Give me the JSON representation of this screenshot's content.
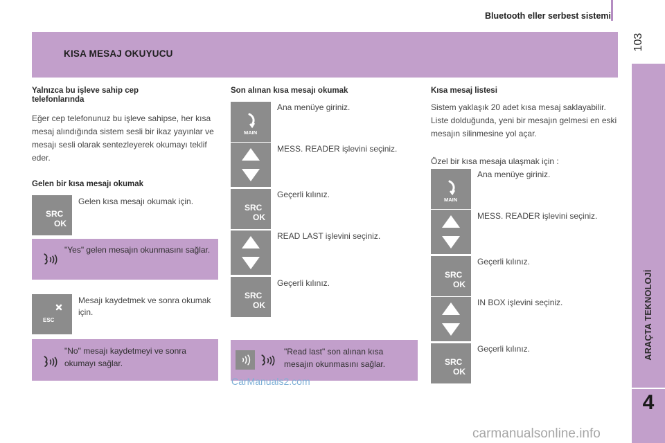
{
  "header": {
    "title": "Bluetooth eller serbest sistemi",
    "page_number": "103"
  },
  "banner": {
    "title": "KISA MESAJ OKUYUCU"
  },
  "side_tab": {
    "label": "ARAÇTA TEKNOLOJİ",
    "chapter_number": "4"
  },
  "column_left": {
    "heading": "Yalnızca bu işleve sahip cep telefonlarında",
    "intro": "Eğer cep telefonunuz bu işleve sahipse, her kısa mesaj alındığında sistem sesli bir ikaz yayınlar ve mesajı sesli olarak sentezleyerek okumayı teklif eder.",
    "subheading": "Gelen bir kısa mesajı okumak",
    "steps": [
      {
        "button": "SRC OK",
        "text": "Gelen kısa mesajı okumak için."
      },
      {
        "button": "ESC",
        "text": "Mesajı kaydetmek ve sonra okumak için."
      }
    ],
    "notes": [
      {
        "text": "\"Yes\" gelen mesajın okunmasını sağlar."
      },
      {
        "text": "\"No\" mesajı kaydetmeyi ve sonra okumayı sağlar."
      }
    ]
  },
  "column_middle": {
    "heading": "Son alınan kısa mesajı okumak",
    "steps": [
      {
        "button": "MAIN",
        "text": "Ana menüye giriniz."
      },
      {
        "button": "UP/DOWN",
        "text": "MESS. READER işlevini seçiniz."
      },
      {
        "button": "SRC OK",
        "text": "Geçerli kılınız."
      },
      {
        "button": "UP/DOWN",
        "text": "READ LAST işlevini seçiniz."
      },
      {
        "button": "SRC OK",
        "text": "Geçerli kılınız."
      }
    ],
    "note": {
      "text": "\"Read last\" son alınan kısa mesajın okunmasını sağlar."
    }
  },
  "column_right": {
    "heading": "Kısa mesaj listesi",
    "para1": "Sistem yaklaşık 20 adet kısa mesaj saklayabilir. Liste dolduğunda, yeni bir mesajın gelmesi en eski mesajın silinmesine yol açar.",
    "para2": "Özel bir kısa mesaja ulaşmak için :",
    "steps": [
      {
        "button": "MAIN",
        "text": "Ana menüye giriniz."
      },
      {
        "button": "UP/DOWN",
        "text": "MESS. READER işlevini seçiniz."
      },
      {
        "button": "SRC OK",
        "text": "Geçerli kılınız."
      },
      {
        "button": "UP/DOWN",
        "text": "IN BOX işlevini seçiniz."
      },
      {
        "button": "SRC OK",
        "text": "Geçerli kılınız."
      }
    ]
  },
  "watermarks": {
    "left": "CarManuals2.com",
    "right": "carmanualsonline.info"
  },
  "colors": {
    "accent_purple": "#c29fcb",
    "button_grey": "#8c8c8c"
  }
}
